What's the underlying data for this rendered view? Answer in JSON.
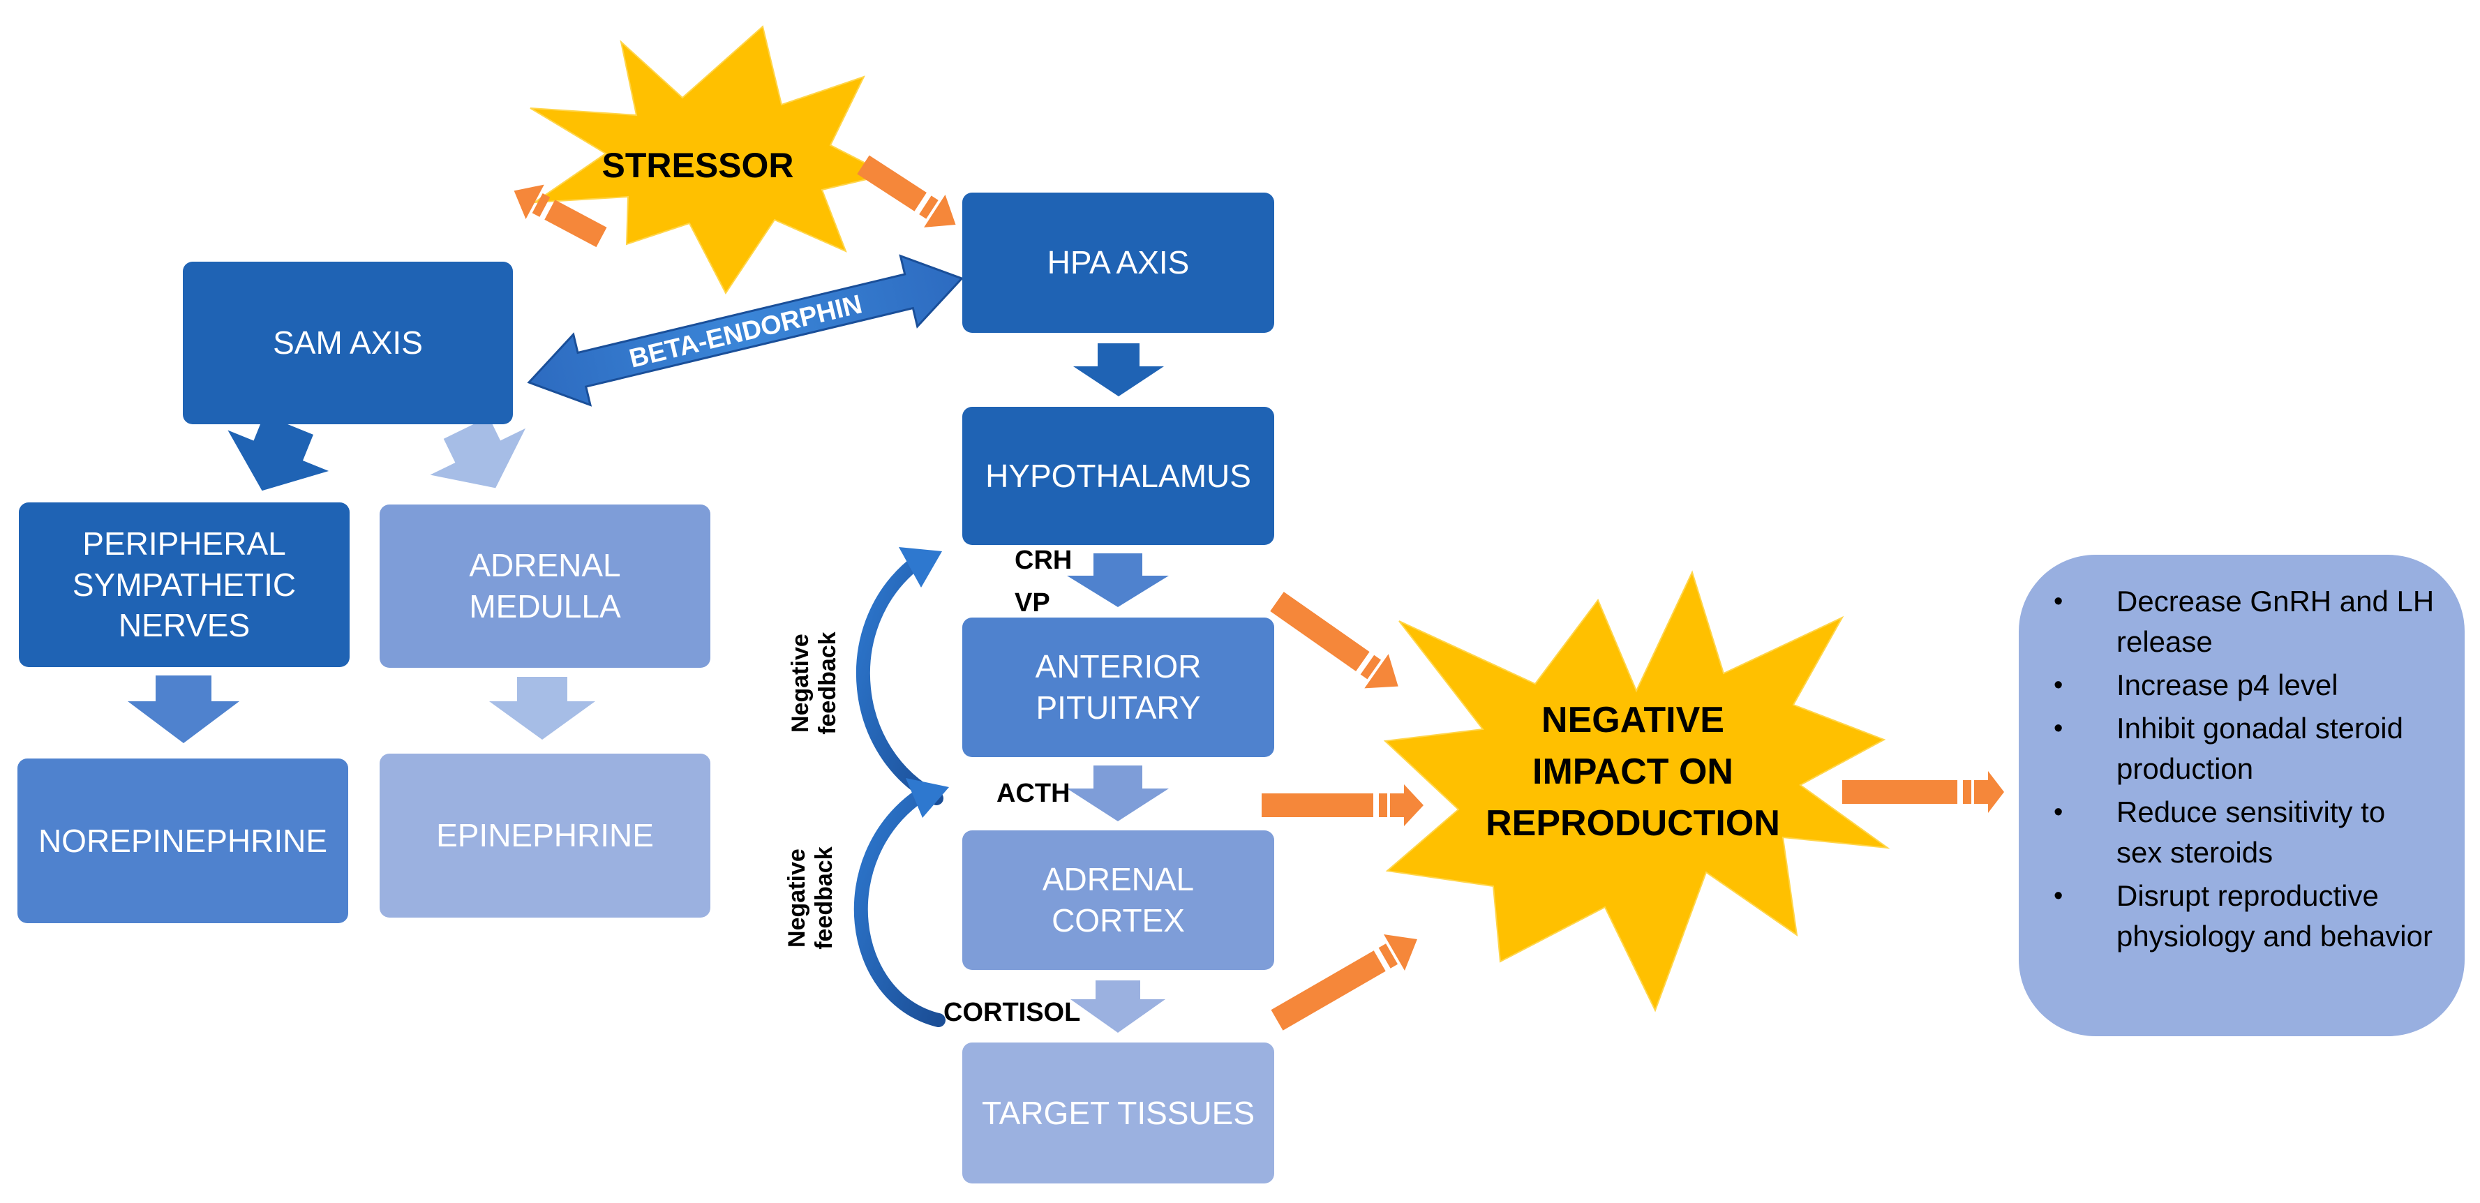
{
  "stressor": "STRESSOR",
  "beta_endorphin": "BETA-ENDORPHIN",
  "sam": {
    "axis": "SAM AXIS",
    "peripheral": [
      "PERIPHERAL",
      "SYMPATHETIC",
      "NERVES"
    ],
    "adrenal_medulla": [
      "ADRENAL",
      "MEDULLA"
    ],
    "norepinephrine": "NOREPINEPHRINE",
    "epinephrine": "EPINEPHRINE"
  },
  "hpa": {
    "axis": "HPA AXIS",
    "hypothalamus": "HYPOTHALAMUS",
    "anterior_pituitary": [
      "ANTERIOR",
      "PITUITARY"
    ],
    "adrenal_cortex": [
      "ADRENAL",
      "CORTEX"
    ],
    "target_tissues": "TARGET TISSUES"
  },
  "hormones": {
    "crh": "CRH",
    "vp": "VP",
    "acth": "ACTH",
    "cortisol": "CORTISOL"
  },
  "feedback": [
    "Negative",
    "feedback"
  ],
  "impact": [
    "NEGATIVE",
    "IMPACT ON",
    "REPRODUCTION"
  ],
  "effects": [
    "Decrease  GnRH and LH release",
    "Increase p4 level",
    "Inhibit gonadal steroid production",
    "Reduce sensitivity to sex steroids",
    "Disrupt reproductive physiology and behavior"
  ],
  "colors": {
    "dark_blue": "#1F63B4",
    "medium_blue": "#4F82CE",
    "light_blue": "#7E9DD8",
    "pale_blue": "#9BB1E0",
    "orange_arrow": "#F5873A",
    "burst_yellow": "#FFC000"
  }
}
